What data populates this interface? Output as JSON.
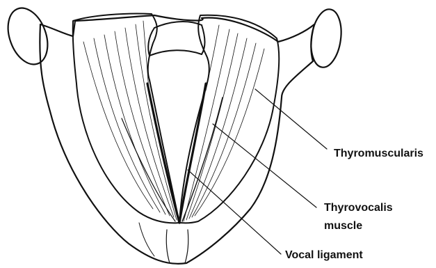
{
  "labels": {
    "thyromuscularis": "Thyromuscularis",
    "thyrovocalis_line1": "Thyrovocalis",
    "thyrovocalis_line2": "muscle",
    "vocal_ligament": "Vocal ligament"
  },
  "colors": {
    "ink": "#111111",
    "background": "#ffffff"
  }
}
